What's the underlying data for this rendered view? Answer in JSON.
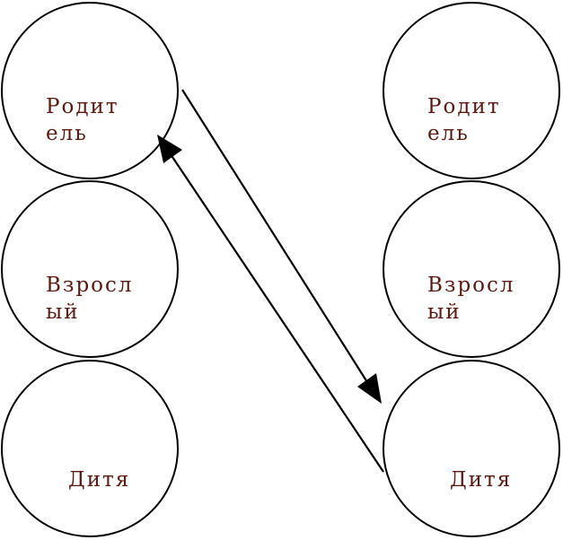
{
  "colors": {
    "text": "#5a1a12",
    "stroke": "#000000",
    "background": "#ffffff"
  },
  "left_column": {
    "parent": {
      "line1": "Родит",
      "line2": "ель"
    },
    "adult": {
      "line1": "Взросл",
      "line2": "ый"
    },
    "child": {
      "line1": "Дитя"
    }
  },
  "right_column": {
    "parent": {
      "line1": "Родит",
      "line2": "ель"
    },
    "adult": {
      "line1": "Взросл",
      "line2": "ый"
    },
    "child": {
      "line1": "Дитя"
    }
  },
  "arrows": [
    {
      "from": "left_column.parent",
      "to": "right_column.child"
    },
    {
      "from": "right_column.child",
      "to": "left_column.parent"
    }
  ]
}
